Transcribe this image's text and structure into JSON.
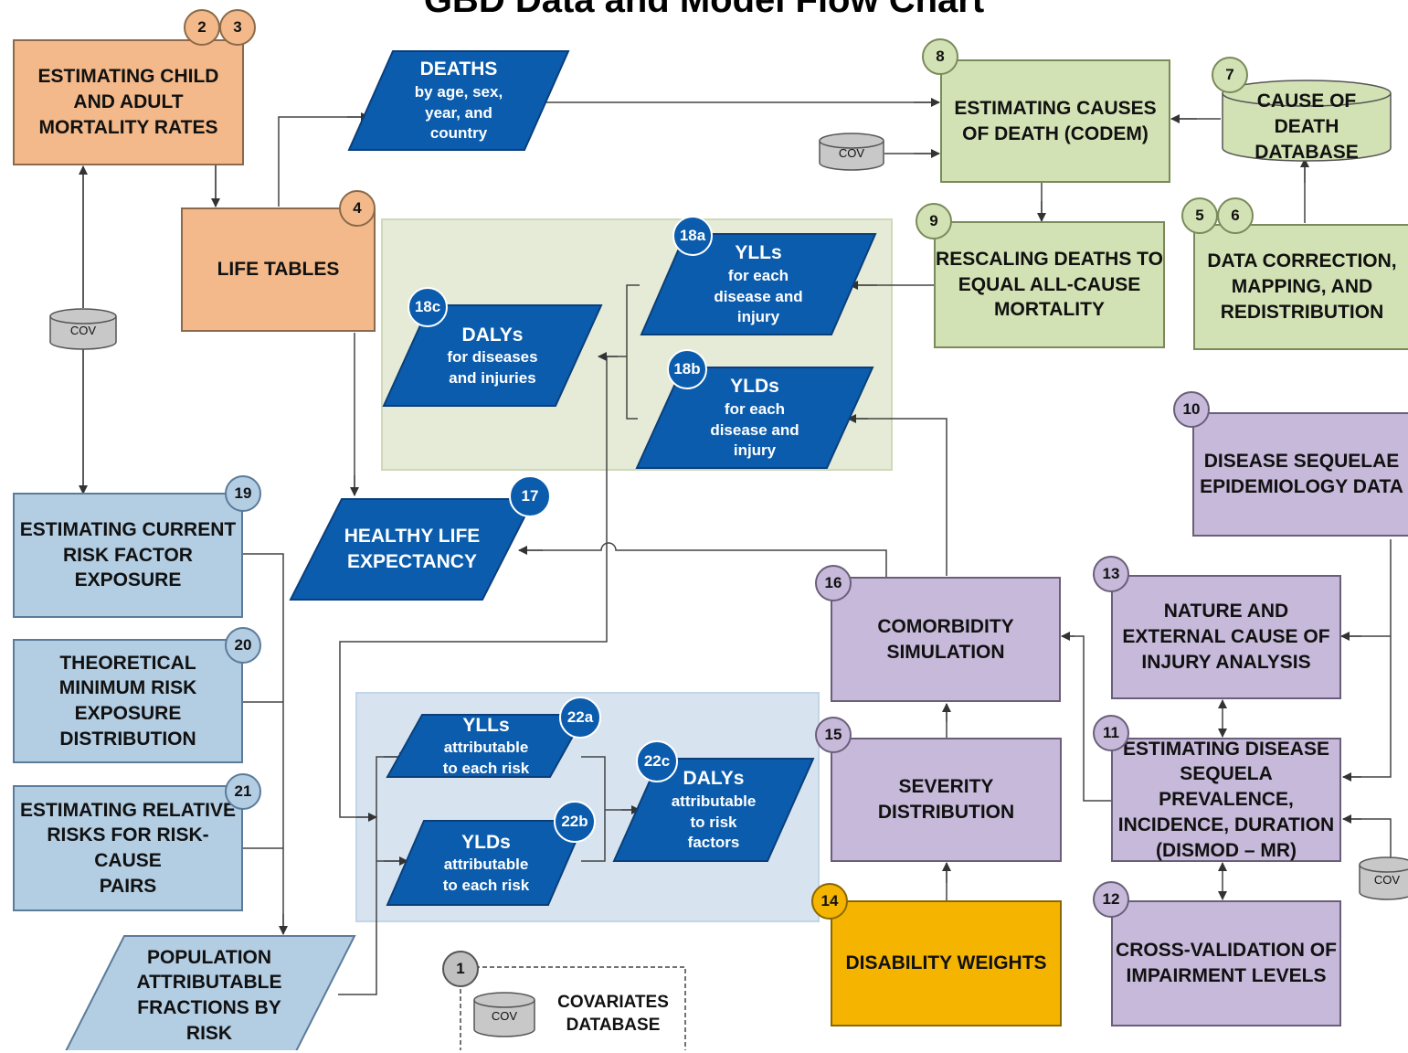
{
  "title": "GBD Data and Model Flow Chart",
  "colors": {
    "orange": "#f3b98a",
    "green": "#d3e2b4",
    "purple": "#c6b9d9",
    "light_blue": "#b3cde3",
    "yellow": "#f5b400",
    "dark_blue": "#0b5cad",
    "green_panel": "#e6ebd7",
    "blue_panel": "#d7e4f0"
  },
  "nodes": {
    "n23": {
      "text": "ESTIMATING CHILD\nAND ADULT\nMORTALITY RATES",
      "badges": [
        "2",
        "3"
      ]
    },
    "n4": {
      "text": "LIFE TABLES",
      "badges": [
        "4"
      ]
    },
    "deaths": {
      "title": "DEATHS",
      "sub": "by age, sex,\nyear, and\ncountry"
    },
    "n8": {
      "text": "ESTIMATING CAUSES\nOF DEATH (CODEM)",
      "badges": [
        "8"
      ]
    },
    "n7": {
      "text": "CAUSE OF DEATH\nDATABASE",
      "badges": [
        "7"
      ]
    },
    "n9": {
      "text": "RESCALING DEATHS TO\nEQUAL ALL-CAUSE\nMORTALITY",
      "badges": [
        "9"
      ]
    },
    "n56": {
      "text": "DATA CORRECTION,\nMAPPING, AND\nREDISTRIBUTION",
      "badges": [
        "5",
        "6"
      ]
    },
    "n18a": {
      "title": "YLLs",
      "sub": "for each\ndisease and\ninjury",
      "badge": "18a"
    },
    "n18b": {
      "title": "YLDs",
      "sub": "for each\ndisease and\ninjury",
      "badge": "18b"
    },
    "n18c": {
      "title": "DALYs",
      "sub": "for diseases\nand injuries",
      "badge": "18c"
    },
    "n10": {
      "text": "DISEASE SEQUELAE\nEPIDEMIOLOGY DATA",
      "badges": [
        "10"
      ]
    },
    "n17": {
      "text": "HEALTHY LIFE\nEXPECTANCY",
      "badge": "17"
    },
    "n19": {
      "text": "ESTIMATING CURRENT\nRISK FACTOR\nEXPOSURE",
      "badges": [
        "19"
      ]
    },
    "n20": {
      "text": "THEORETICAL\nMINIMUM RISK\nEXPOSURE\nDISTRIBUTION",
      "badges": [
        "20"
      ]
    },
    "n21": {
      "text": "ESTIMATING RELATIVE\nRISKS FOR RISK-CAUSE\nPAIRS",
      "badges": [
        "21"
      ]
    },
    "paf": {
      "text": "POPULATION\nATTRIBUTABLE\nFRACTIONS BY\nRISK"
    },
    "n16": {
      "text": "COMORBIDITY\nSIMULATION",
      "badges": [
        "16"
      ]
    },
    "n13": {
      "text": "NATURE AND\nEXTERNAL CAUSE OF\nINJURY ANALYSIS",
      "badges": [
        "13"
      ]
    },
    "n15": {
      "text": "SEVERITY\nDISTRIBUTION",
      "badges": [
        "15"
      ]
    },
    "n11": {
      "text": "ESTIMATING DISEASE\nSEQUELA PREVALENCE,\nINCIDENCE, DURATION\n(DISMOD – MR)",
      "badges": [
        "11"
      ]
    },
    "n14": {
      "text": "DISABILITY WEIGHTS",
      "badges": [
        "14"
      ]
    },
    "n12": {
      "text": "CROSS-VALIDATION OF\nIMPAIRMENT LEVELS",
      "badges": [
        "12"
      ]
    },
    "n22a": {
      "title": "YLLs",
      "sub": "attributable\nto each risk",
      "badge": "22a"
    },
    "n22b": {
      "title": "YLDs",
      "sub": "attributable\nto each risk",
      "badge": "22b"
    },
    "n22c": {
      "title": "DALYs",
      "sub": "attributable\nto risk\nfactors",
      "badge": "22c"
    },
    "n1": {
      "text": "COVARIATES\nDATABASE",
      "badges": [
        "1"
      ]
    }
  },
  "cov_label": "COV"
}
